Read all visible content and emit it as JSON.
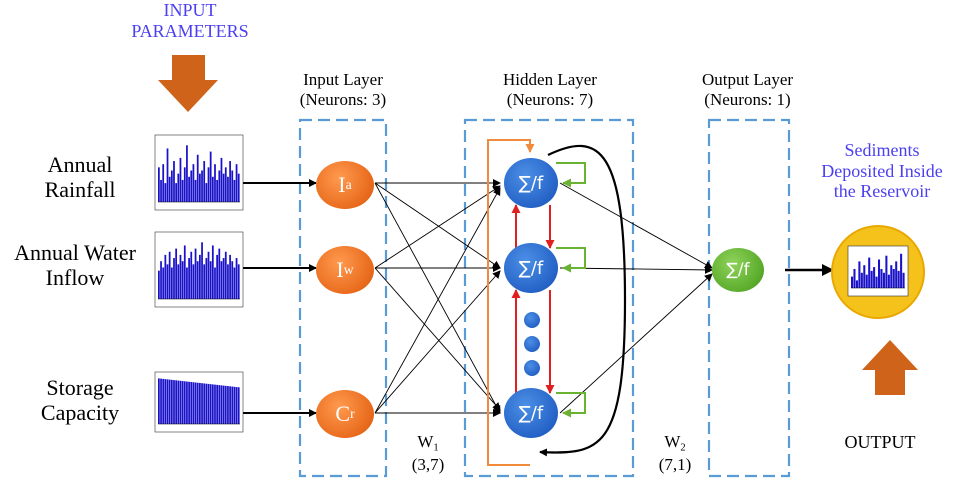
{
  "input_parameters": {
    "line1": "INPUT",
    "line2": "PARAMETERS"
  },
  "inputs": [
    {
      "line1": "Annual",
      "line2": "Rainfall"
    },
    {
      "line1": "Annual Water",
      "line2": "Inflow"
    },
    {
      "line1": "Storage",
      "line2": "Capacity"
    }
  ],
  "layers": {
    "input": {
      "title": "Input Layer",
      "neurons": "(Neurons: 3)"
    },
    "hidden": {
      "title": "Hidden Layer",
      "neurons": "(Neurons: 7)"
    },
    "output": {
      "title": "Output Layer",
      "neurons": "(Neurons: 1)"
    }
  },
  "input_nodes": [
    {
      "main": "I",
      "sub": "a"
    },
    {
      "main": "I",
      "sub": "w"
    },
    {
      "main": "C",
      "sub": "r"
    }
  ],
  "hidden_node_label": "∑/f",
  "output_node_label": "∑/f",
  "weights": {
    "w1": {
      "main": "W",
      "sub": "1",
      "dims": "(3,7)"
    },
    "w2": {
      "main": "W",
      "sub": "2",
      "dims": "(7,1)"
    }
  },
  "result": {
    "line1": "Sediments",
    "line2": "Deposited Inside",
    "line3": "the Reservoir"
  },
  "output_label": "OUTPUT",
  "colors": {
    "arrow_orange": "#d0631a",
    "box_dash": "#5b9bd5",
    "recurrent_red": "#e02020",
    "self_loop_green": "#6ab232",
    "context_orange": "#f08a3c",
    "bar_blue": "#1a12c8",
    "label_blue": "#4b3ff0"
  },
  "mini_charts": [
    {
      "name": "rainfall",
      "values": [
        0.55,
        0.35,
        0.6,
        0.3,
        0.85,
        0.4,
        0.5,
        0.65,
        0.3,
        0.45,
        0.7,
        0.35,
        0.55,
        0.9,
        0.4,
        0.5,
        0.6,
        0.35,
        0.75,
        0.45,
        0.5,
        0.65,
        0.3,
        0.55,
        0.8,
        0.4,
        0.6,
        0.35,
        0.5,
        0.7,
        0.45,
        0.55,
        0.4,
        0.65,
        0.5,
        0.35,
        0.6,
        0.45
      ]
    },
    {
      "name": "inflow",
      "values": [
        0.45,
        0.6,
        0.5,
        0.7,
        0.55,
        0.75,
        0.5,
        0.65,
        0.8,
        0.55,
        0.7,
        0.6,
        0.85,
        0.5,
        0.65,
        0.75,
        0.55,
        0.8,
        0.6,
        0.7,
        0.9,
        0.55,
        0.65,
        0.75,
        0.6,
        0.85,
        0.5,
        0.7,
        0.8,
        0.6,
        0.65,
        0.75,
        0.55,
        0.7,
        0.6,
        0.5,
        0.65,
        0.55
      ]
    },
    {
      "name": "storage",
      "values": [
        0.95,
        0.945,
        0.94,
        0.935,
        0.93,
        0.925,
        0.92,
        0.915,
        0.91,
        0.905,
        0.9,
        0.895,
        0.89,
        0.885,
        0.88,
        0.875,
        0.87,
        0.865,
        0.86,
        0.855,
        0.85,
        0.845,
        0.84,
        0.835,
        0.83,
        0.825,
        0.82,
        0.815,
        0.81,
        0.805,
        0.8,
        0.795,
        0.79,
        0.785,
        0.78,
        0.775,
        0.77,
        0.765
      ]
    },
    {
      "name": "sediment",
      "values": [
        0.3,
        0.5,
        0.2,
        0.7,
        0.4,
        0.6,
        0.35,
        0.8,
        0.45,
        0.55,
        0.3,
        0.75,
        0.5,
        0.4,
        0.85,
        0.35,
        0.6,
        0.5,
        0.7,
        0.45,
        0.9,
        0.4
      ]
    }
  ]
}
